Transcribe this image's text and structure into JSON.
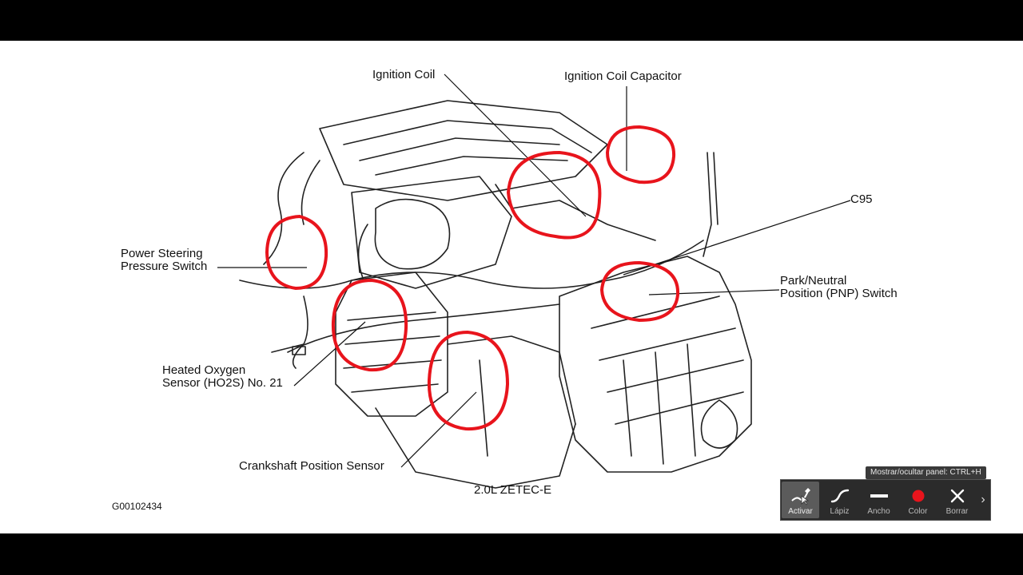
{
  "diagram": {
    "labels": {
      "ignition_coil": "Ignition Coil",
      "ignition_coil_capacitor": "Ignition Coil Capacitor",
      "c95": "C95",
      "power_steering_1": "Power Steering",
      "power_steering_2": "Pressure Switch",
      "pnp_1": "Park/Neutral",
      "pnp_2": "Position (PNP) Switch",
      "ho2s_1": "Heated Oxygen",
      "ho2s_2": "Sensor (HO2S) No. 21",
      "crankshaft": "Crankshaft Position Sensor",
      "engine": "2.0L ZETEC-E",
      "figure_id": "G00102434"
    },
    "annotation_color": "#e8141c"
  },
  "toolbar": {
    "tooltip": "Mostrar/ocultar panel: CTRL+H",
    "tools": [
      {
        "label": "Activar",
        "icon": "pen-cursor-icon"
      },
      {
        "label": "Lápiz",
        "icon": "curve-icon"
      },
      {
        "label": "Ancho",
        "icon": "line-width-icon"
      },
      {
        "label": "Color",
        "icon": "color-dot-icon",
        "color": "#e8141c"
      },
      {
        "label": "Borrar",
        "icon": "close-icon"
      }
    ],
    "more": "›"
  }
}
